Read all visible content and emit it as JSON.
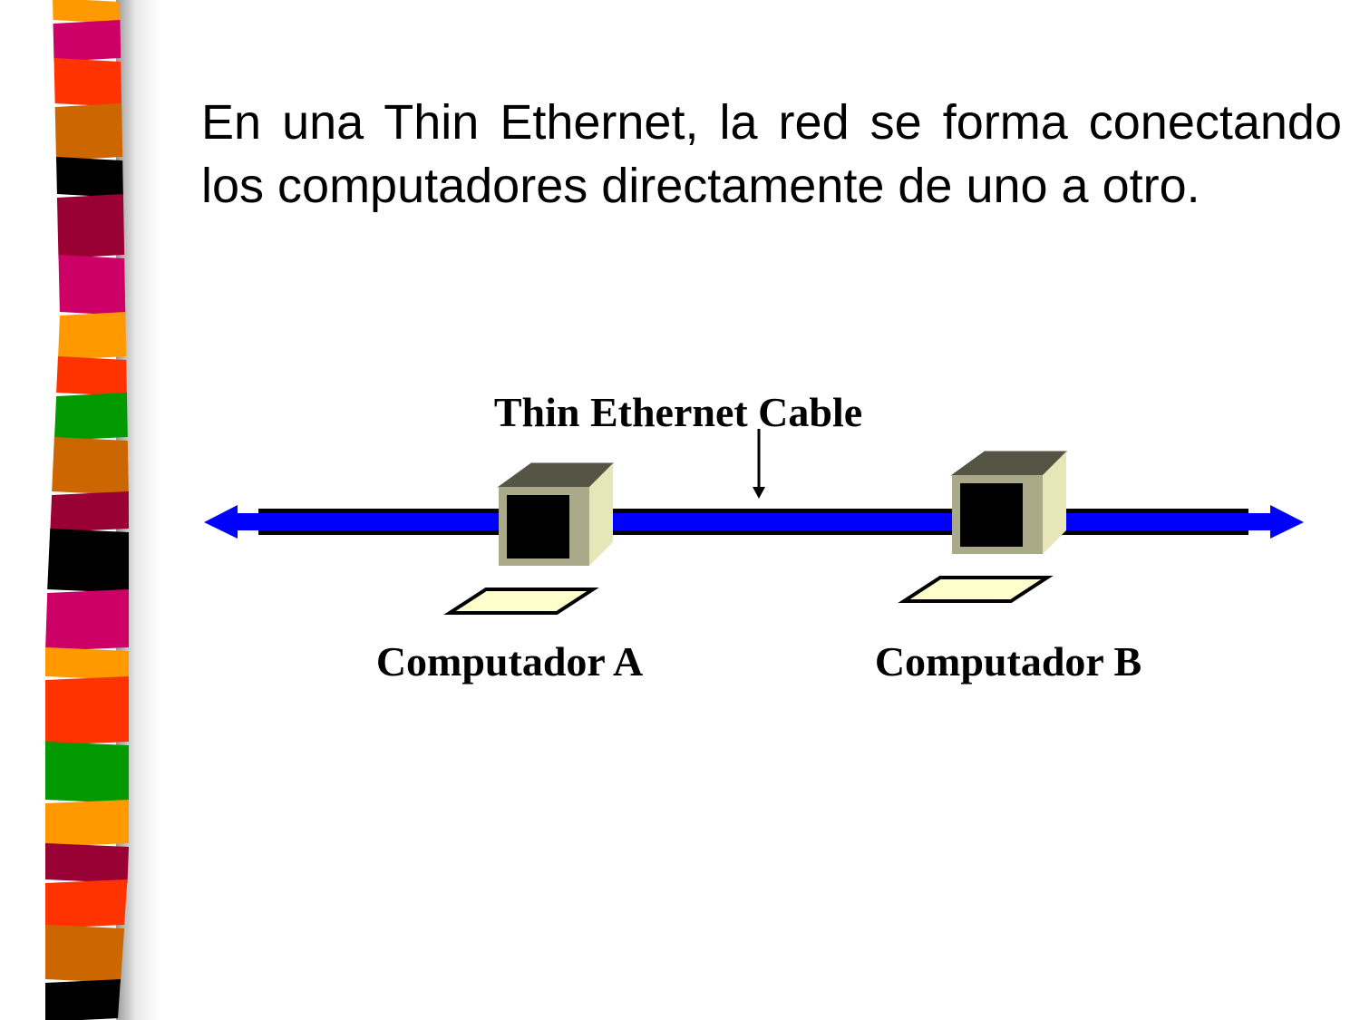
{
  "slide": {
    "body_text": "En una Thin Ethernet, la red se forma conectando los computadores  directamente de uno a otro."
  },
  "diagram": {
    "cable_label": "Thin Ethernet Cable",
    "computer_a_label": "Computador A",
    "computer_b_label": "Computador B"
  },
  "colors": {
    "cable": "#0000ff",
    "monitor_face": "#aaa98a",
    "monitor_top": "#555545",
    "monitor_side": "#e6e6b8",
    "keyboard": "#ffffcc",
    "stripes": [
      "#ff9900",
      "#cc0066",
      "#ff3300",
      "#cc6600",
      "#000000",
      "#990033",
      "#009900"
    ]
  }
}
